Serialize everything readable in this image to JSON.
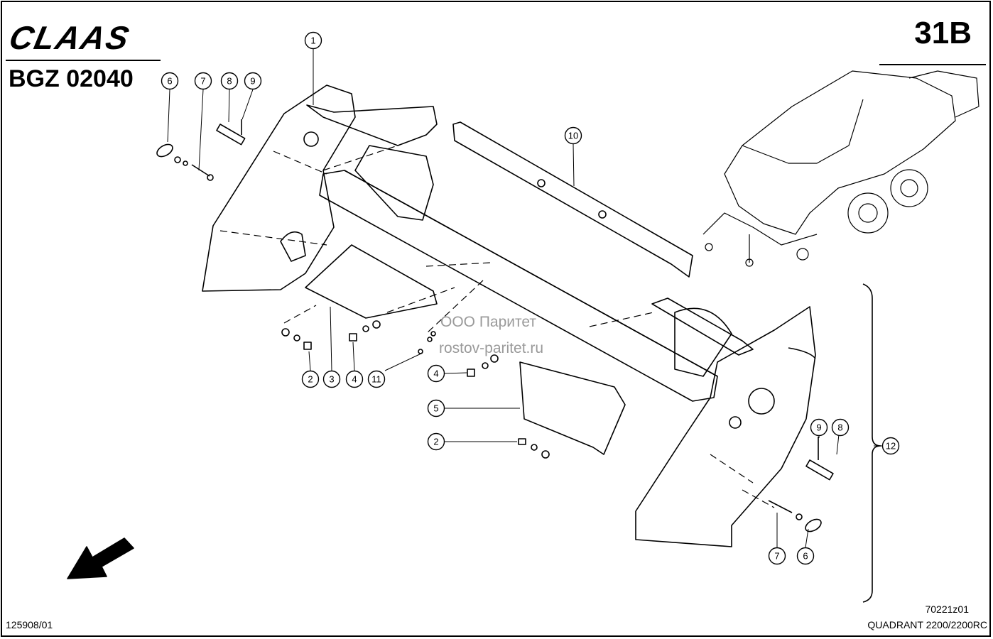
{
  "header": {
    "brand": "CLAAS",
    "doc_code": "BGZ 02040",
    "page_number": "31B"
  },
  "footer": {
    "left_code": "125908/01",
    "drawing_code": "70221z01",
    "model": "QUADRANT 2200/2200RC"
  },
  "watermark": {
    "line1": "ООО Паритет",
    "line2": "rostov-paritet.ru"
  },
  "callouts": [
    "1",
    "2",
    "3",
    "4",
    "5",
    "6",
    "7",
    "8",
    "9",
    "10",
    "11",
    "12"
  ],
  "colors": {
    "ink": "#000000",
    "paper": "#ffffff",
    "watermark": "#9a9a9a"
  }
}
